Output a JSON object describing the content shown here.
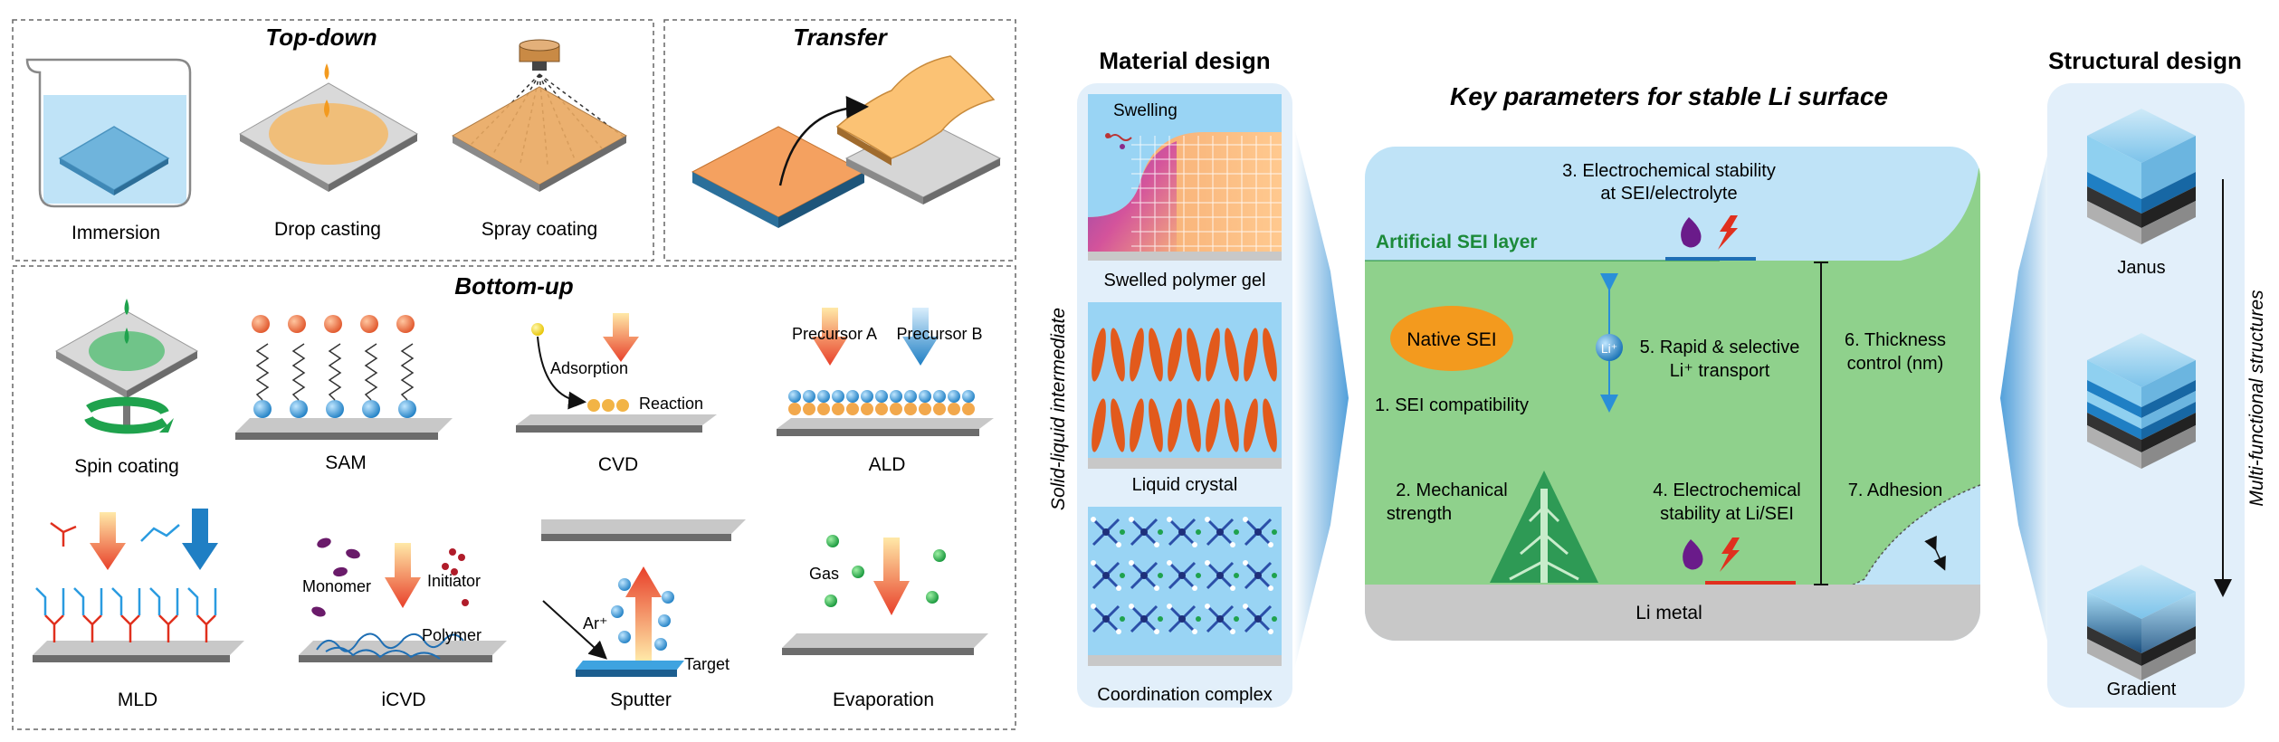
{
  "top_down": {
    "title": "Top-down",
    "methods": [
      "Immersion",
      "Drop casting",
      "Spray coating"
    ]
  },
  "transfer": {
    "title": "Transfer"
  },
  "bottom_up": {
    "title": "Bottom-up",
    "methods": [
      "Spin coating",
      "SAM",
      "CVD",
      "ALD",
      "MLD",
      "iCVD",
      "Sputter",
      "Evaporation"
    ],
    "labels": {
      "adsorption": "Adsorption",
      "reaction": "Reaction",
      "precursor_a": "Precursor A",
      "precursor_b": "Precursor B",
      "monomer": "Monomer",
      "initiator": "Initiator",
      "polymer": "Polymer",
      "ar": "Ar⁺",
      "target": "Target",
      "gas": "Gas"
    }
  },
  "material_design": {
    "title": "Material design",
    "side_label": "Solid-liquid intermediate",
    "swelling": "Swelling",
    "items": [
      "Swelled polymer gel",
      "Liquid crystal",
      "Coordination complex"
    ]
  },
  "center": {
    "title": "Key parameters for stable Li surface",
    "artificial_sei": "Artificial SEI layer",
    "native_sei": "Native SEI",
    "li_ion": "Li⁺",
    "li_metal": "Li metal",
    "p3_line1": "3. Electrochemical stability",
    "p3_line2": "at SEI/electrolyte",
    "p1": "1. SEI compatibility",
    "p5_line1": "5. Rapid & selective",
    "p5_line2": "Li⁺ transport",
    "p6_line1": "6. Thickness",
    "p6_line2": "control (nm)",
    "p2_line1": "2. Mechanical",
    "p2_line2": "strength",
    "p4_line1": "4. Electrochemical",
    "p4_line2": "stability at Li/SEI",
    "p7": "7. Adhesion"
  },
  "structural_design": {
    "title": "Structural design",
    "side_label": "Multi-functional structures",
    "items": [
      "Janus",
      "Gradient"
    ]
  },
  "colors": {
    "orange": "#f08a4b",
    "blue": "#1f7fc4",
    "green": "#8fd18c",
    "sky": "#bfe3f7",
    "gray": "#c8c8c8"
  }
}
